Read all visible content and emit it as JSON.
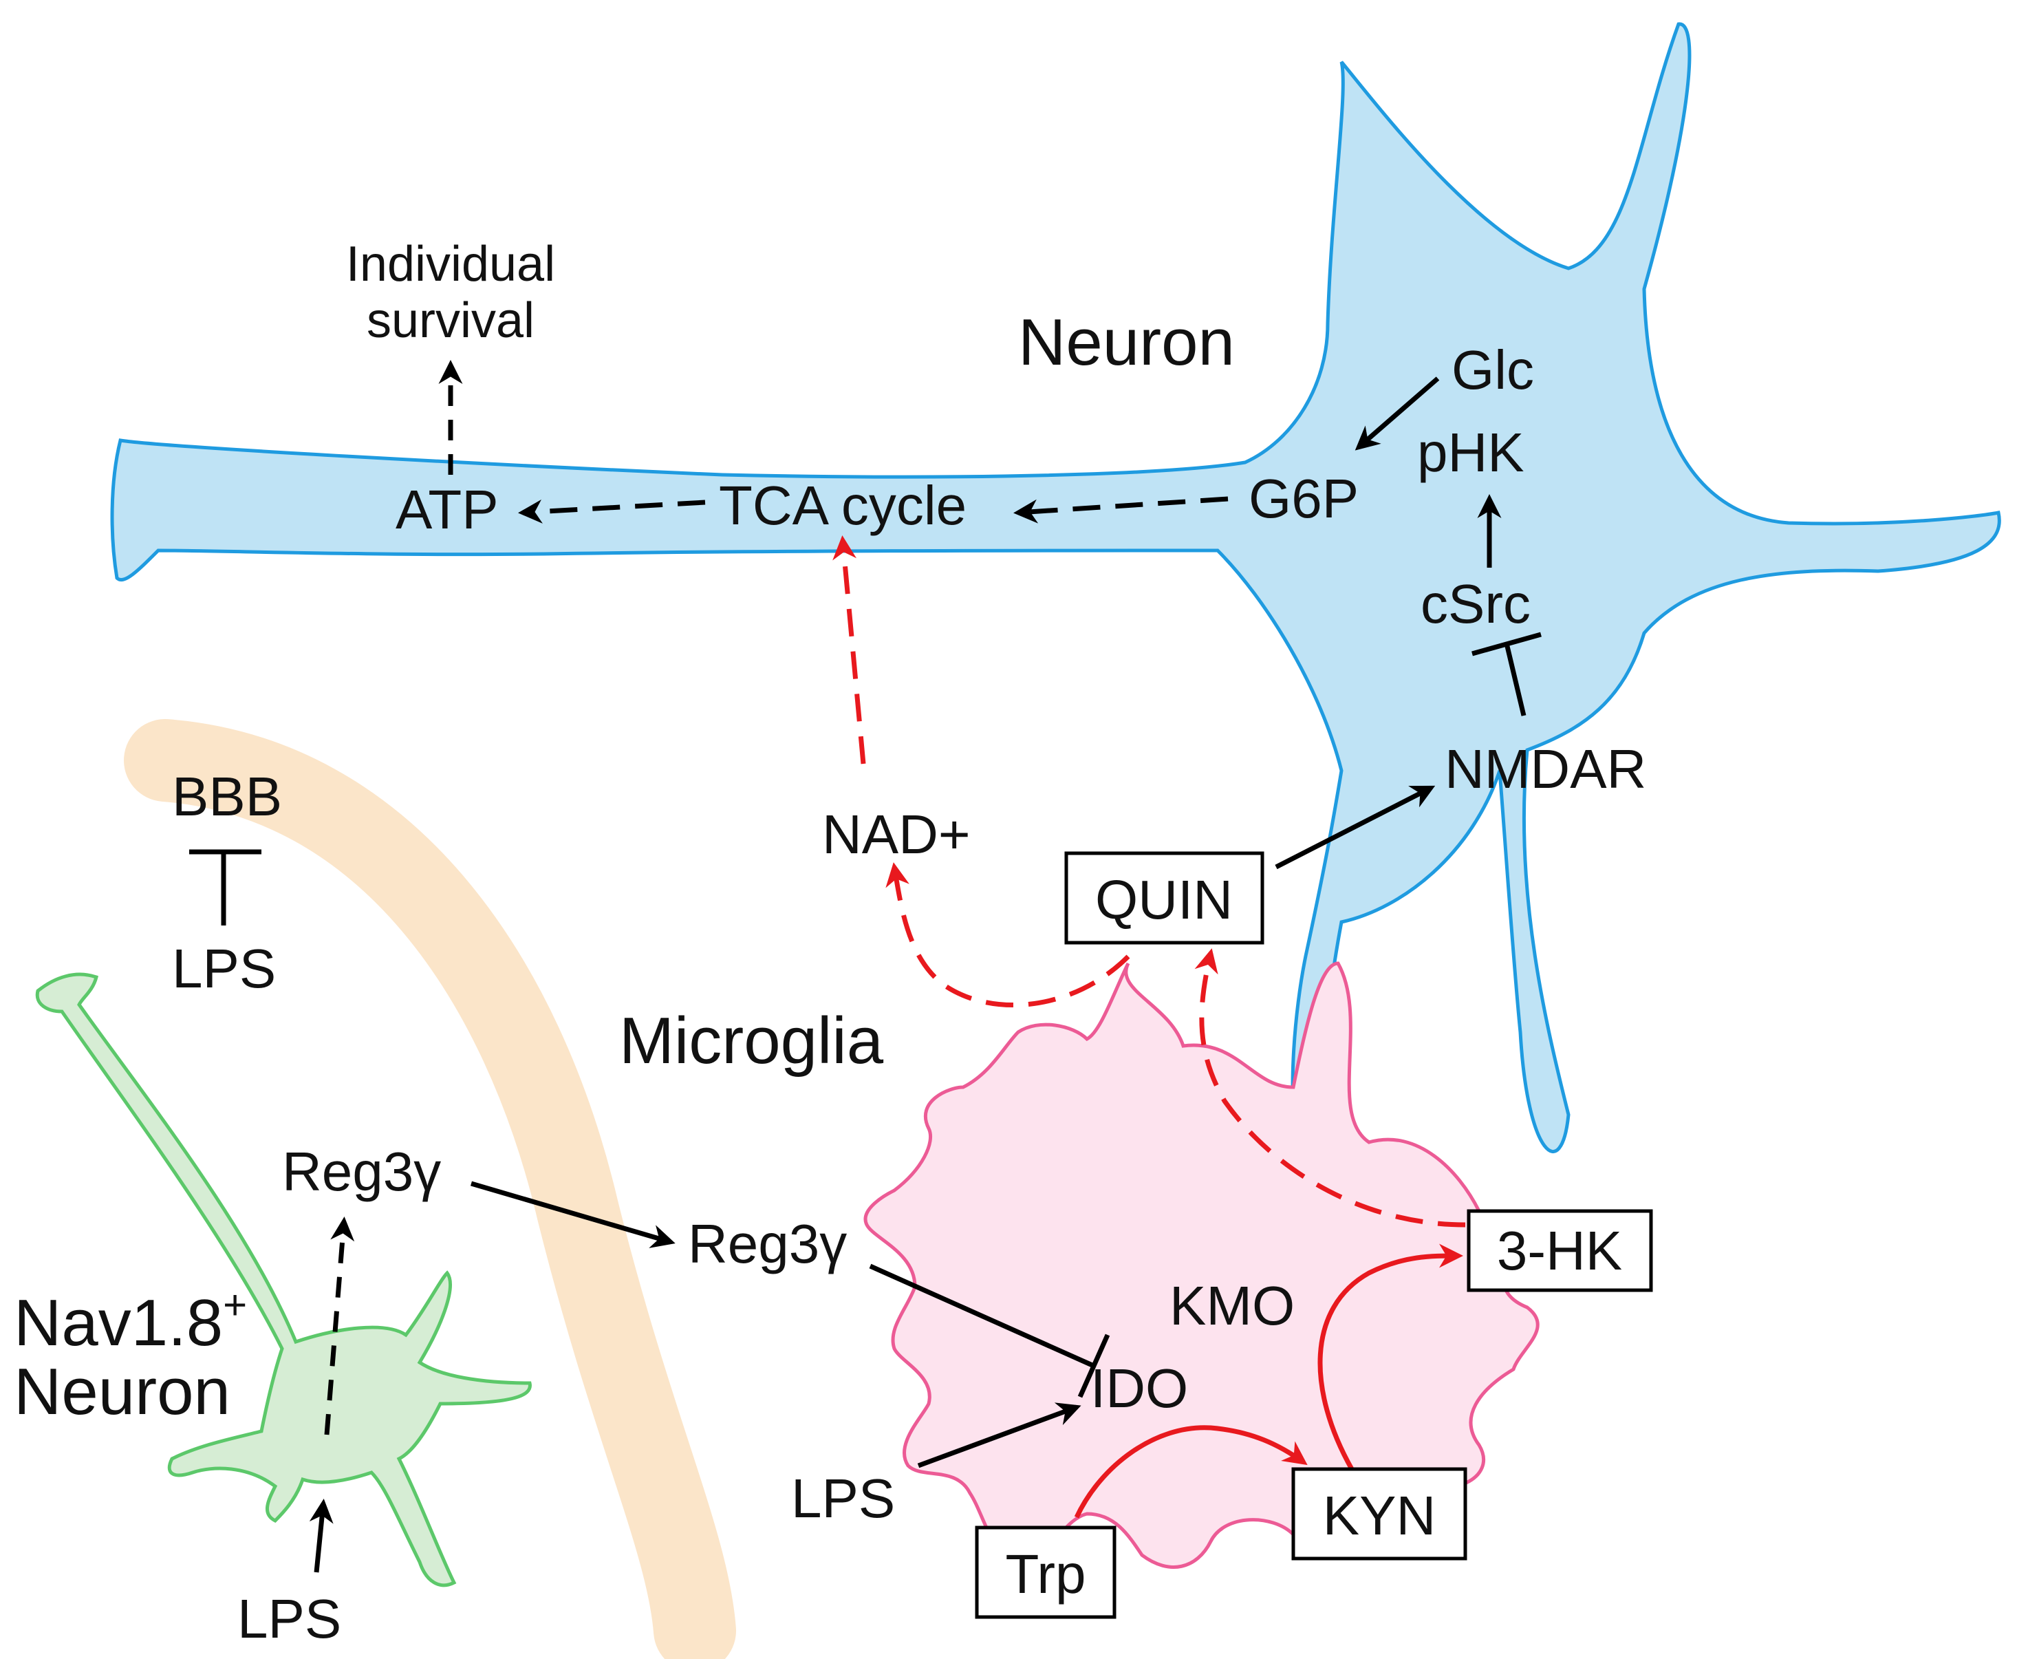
{
  "colors": {
    "neuron_fill": "#bfe3f5",
    "neuron_stroke": "#1f9be0",
    "microglia_fill": "#fde3ee",
    "microglia_stroke": "#ec5b95",
    "nav_fill": "#d6edd4",
    "nav_stroke": "#5cc86a",
    "bbb_band": "#fbe5c9",
    "arrow_black": "#000000",
    "arrow_red": "#e8191e"
  },
  "labels": {
    "neuron_title": "Neuron",
    "microglia_title": "Microglia",
    "nav_title_line1": "Nav1.8",
    "nav_title_sup": "+",
    "nav_title_line2": "Neuron",
    "individual_survival_line1": "Individual",
    "individual_survival_line2": "survival",
    "atp": "ATP",
    "tca_cycle": "TCA cycle",
    "g6p": "G6P",
    "glc": "Glc",
    "phk": "pHK",
    "csrc": "cSrc",
    "nmdar": "NMDAR",
    "nad": "NAD+",
    "quin": "QUIN",
    "three_hk": "3-HK",
    "kmo": "KMO",
    "ido": "IDO",
    "kyn": "KYN",
    "trp": "Trp",
    "reg3g_nav": "Reg3γ",
    "reg3g_microglia": "Reg3γ",
    "lps_microglia": "LPS",
    "lps_nav": "LPS",
    "bbb": "BBB",
    "lps_bbb": "LPS"
  }
}
